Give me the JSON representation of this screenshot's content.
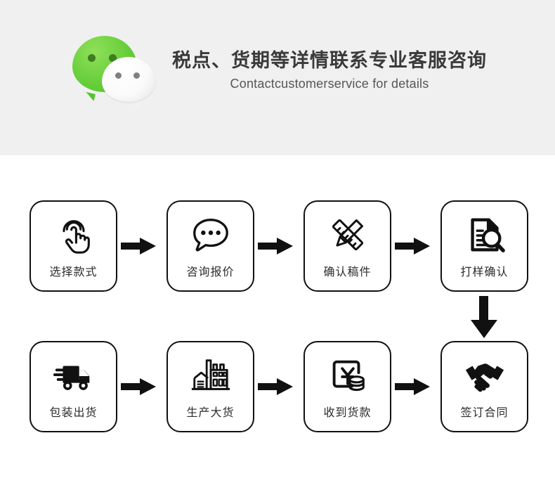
{
  "header": {
    "title_cn": "税点、货期等详情联系专业客服咨询",
    "title_en": "Contactcustomerservice for details",
    "logo_name": "wechat-logo",
    "background_color": "#f0f0f0",
    "logo_green": "#5cc62e",
    "logo_white": "#ffffff"
  },
  "flow": {
    "row1": [
      {
        "label": "选择款式",
        "icon": "tap-hand-icon"
      },
      {
        "label": "咨询报价",
        "icon": "speech-bubble-dots-icon"
      },
      {
        "label": "确认稿件",
        "icon": "pencil-ruler-icon"
      },
      {
        "label": "打样确认",
        "icon": "document-magnifier-icon"
      }
    ],
    "row2": [
      {
        "label": "包装出货",
        "icon": "delivery-truck-icon"
      },
      {
        "label": "生产大货",
        "icon": "factory-icon"
      },
      {
        "label": "收到货款",
        "icon": "yuan-coins-icon"
      },
      {
        "label": "签订合同",
        "icon": "handshake-icon"
      }
    ],
    "arrows": {
      "horizontal": "arrow-right-icon",
      "vertical": "arrow-down-icon",
      "count_horizontal_per_row": 3,
      "count_vertical": 1
    },
    "box_border_color": "#111111",
    "label_color": "#2b2b2b"
  }
}
